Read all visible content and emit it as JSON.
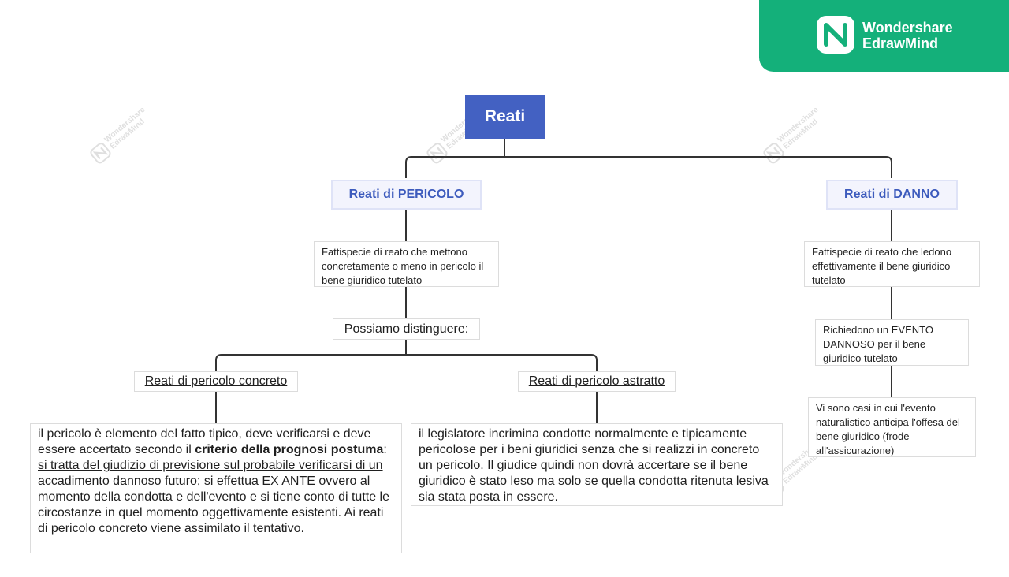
{
  "brand": {
    "line1": "Wondershare",
    "line2": "EdrawMind"
  },
  "watermark": {
    "line1": "Wondershare",
    "line2": "EdrawMind"
  },
  "colors": {
    "root_fill": "#4361c2",
    "main_text": "#3d5bbd",
    "brand_green": "#14b07a"
  },
  "diagram": {
    "root": "Reati",
    "pericolo": {
      "title": "Reati di PERICOLO",
      "definition": "Fattispecie di reato che mettono concretamente o meno in pericolo il bene giuridico tutelato",
      "distinguish": "Possiamo distinguere:",
      "concreto": {
        "title": "Reati di pericolo concreto",
        "text": {
          "p1": "il pericolo è elemento del fatto tipico, deve verificarsi e deve essere accertato secondo il ",
          "bold": "criterio della prognosi postuma",
          "p2": ": ",
          "underlined": "si tratta del giudizio di previsione sul probabile verificarsi di un accadimento dannoso futuro",
          "p3": "; si effettua EX ANTE ovvero al momento della condotta e dell'evento e si tiene conto di tutte le circostanze in quel momento oggettivamente esistenti. Ai reati di pericolo concreto viene assimilato il tentativo."
        }
      },
      "astratto": {
        "title": "Reati di pericolo astratto",
        "text": "il legislatore incrimina condotte normalmente e tipicamente pericolose per i beni giuridici senza che si realizzi in concreto un pericolo. Il giudice quindi non dovrà accertare se il bene giuridico è stato leso ma solo se quella condotta ritenuta lesiva sia stata posta in essere."
      }
    },
    "danno": {
      "title": "Reati di DANNO",
      "definition": "Fattispecie di reato che ledono effettivamente il bene giuridico tutelato",
      "evento": "Richiedono un EVENTO DANNOSO per il bene giuridico tutelato",
      "casi": "Vi sono casi in cui l'evento naturalistico anticipa l'offesa del bene giuridico (frode all'assicurazione)"
    }
  }
}
